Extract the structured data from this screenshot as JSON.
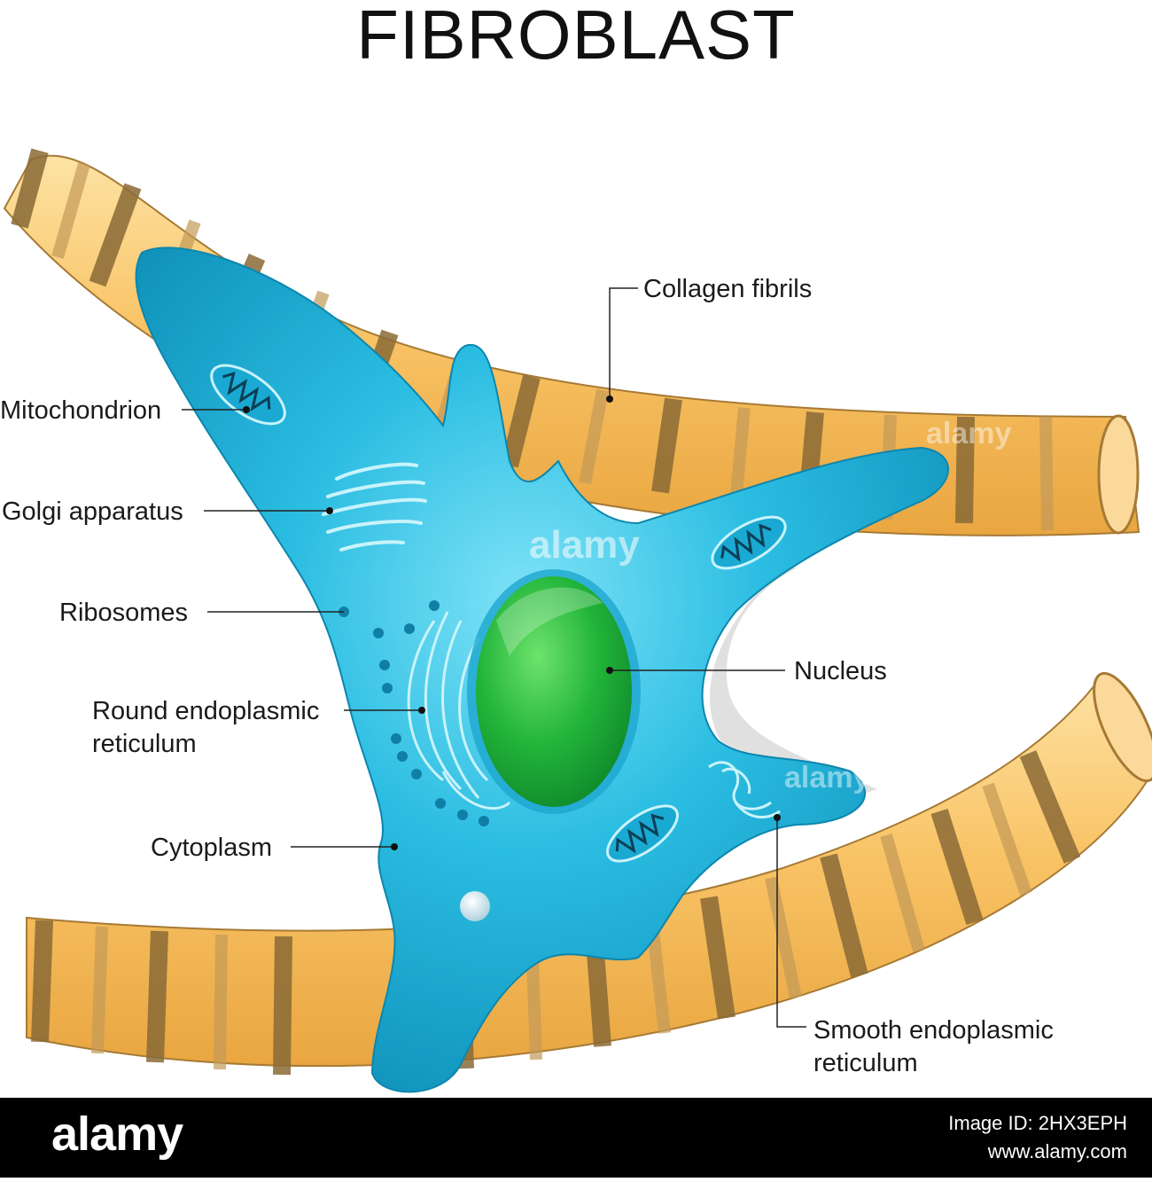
{
  "title": "FIBROBLAST",
  "labels": {
    "collagen_fibrils": "Collagen fibrils",
    "mitochondrion": "Mitochondrion",
    "golgi": "Golgi apparatus",
    "ribosomes": "Ribosomes",
    "rough_er_line1": "Round endoplasmic",
    "rough_er_line2": "reticulum",
    "nucleus": "Nucleus",
    "cytoplasm": "Cytoplasm",
    "smooth_er_line1": "Smooth endoplasmic",
    "smooth_er_line2": "reticulum"
  },
  "watermark": "alamy",
  "footer": {
    "brand": "alamy",
    "image_id_label": "Image ID: 2HX3EPH",
    "site": "www.alamy.com"
  },
  "colors": {
    "cell": "#1ab4dc",
    "nucleus": "#2fb83f",
    "collagen_light": "#f9c86a",
    "collagen_band": "#8a6a36"
  }
}
